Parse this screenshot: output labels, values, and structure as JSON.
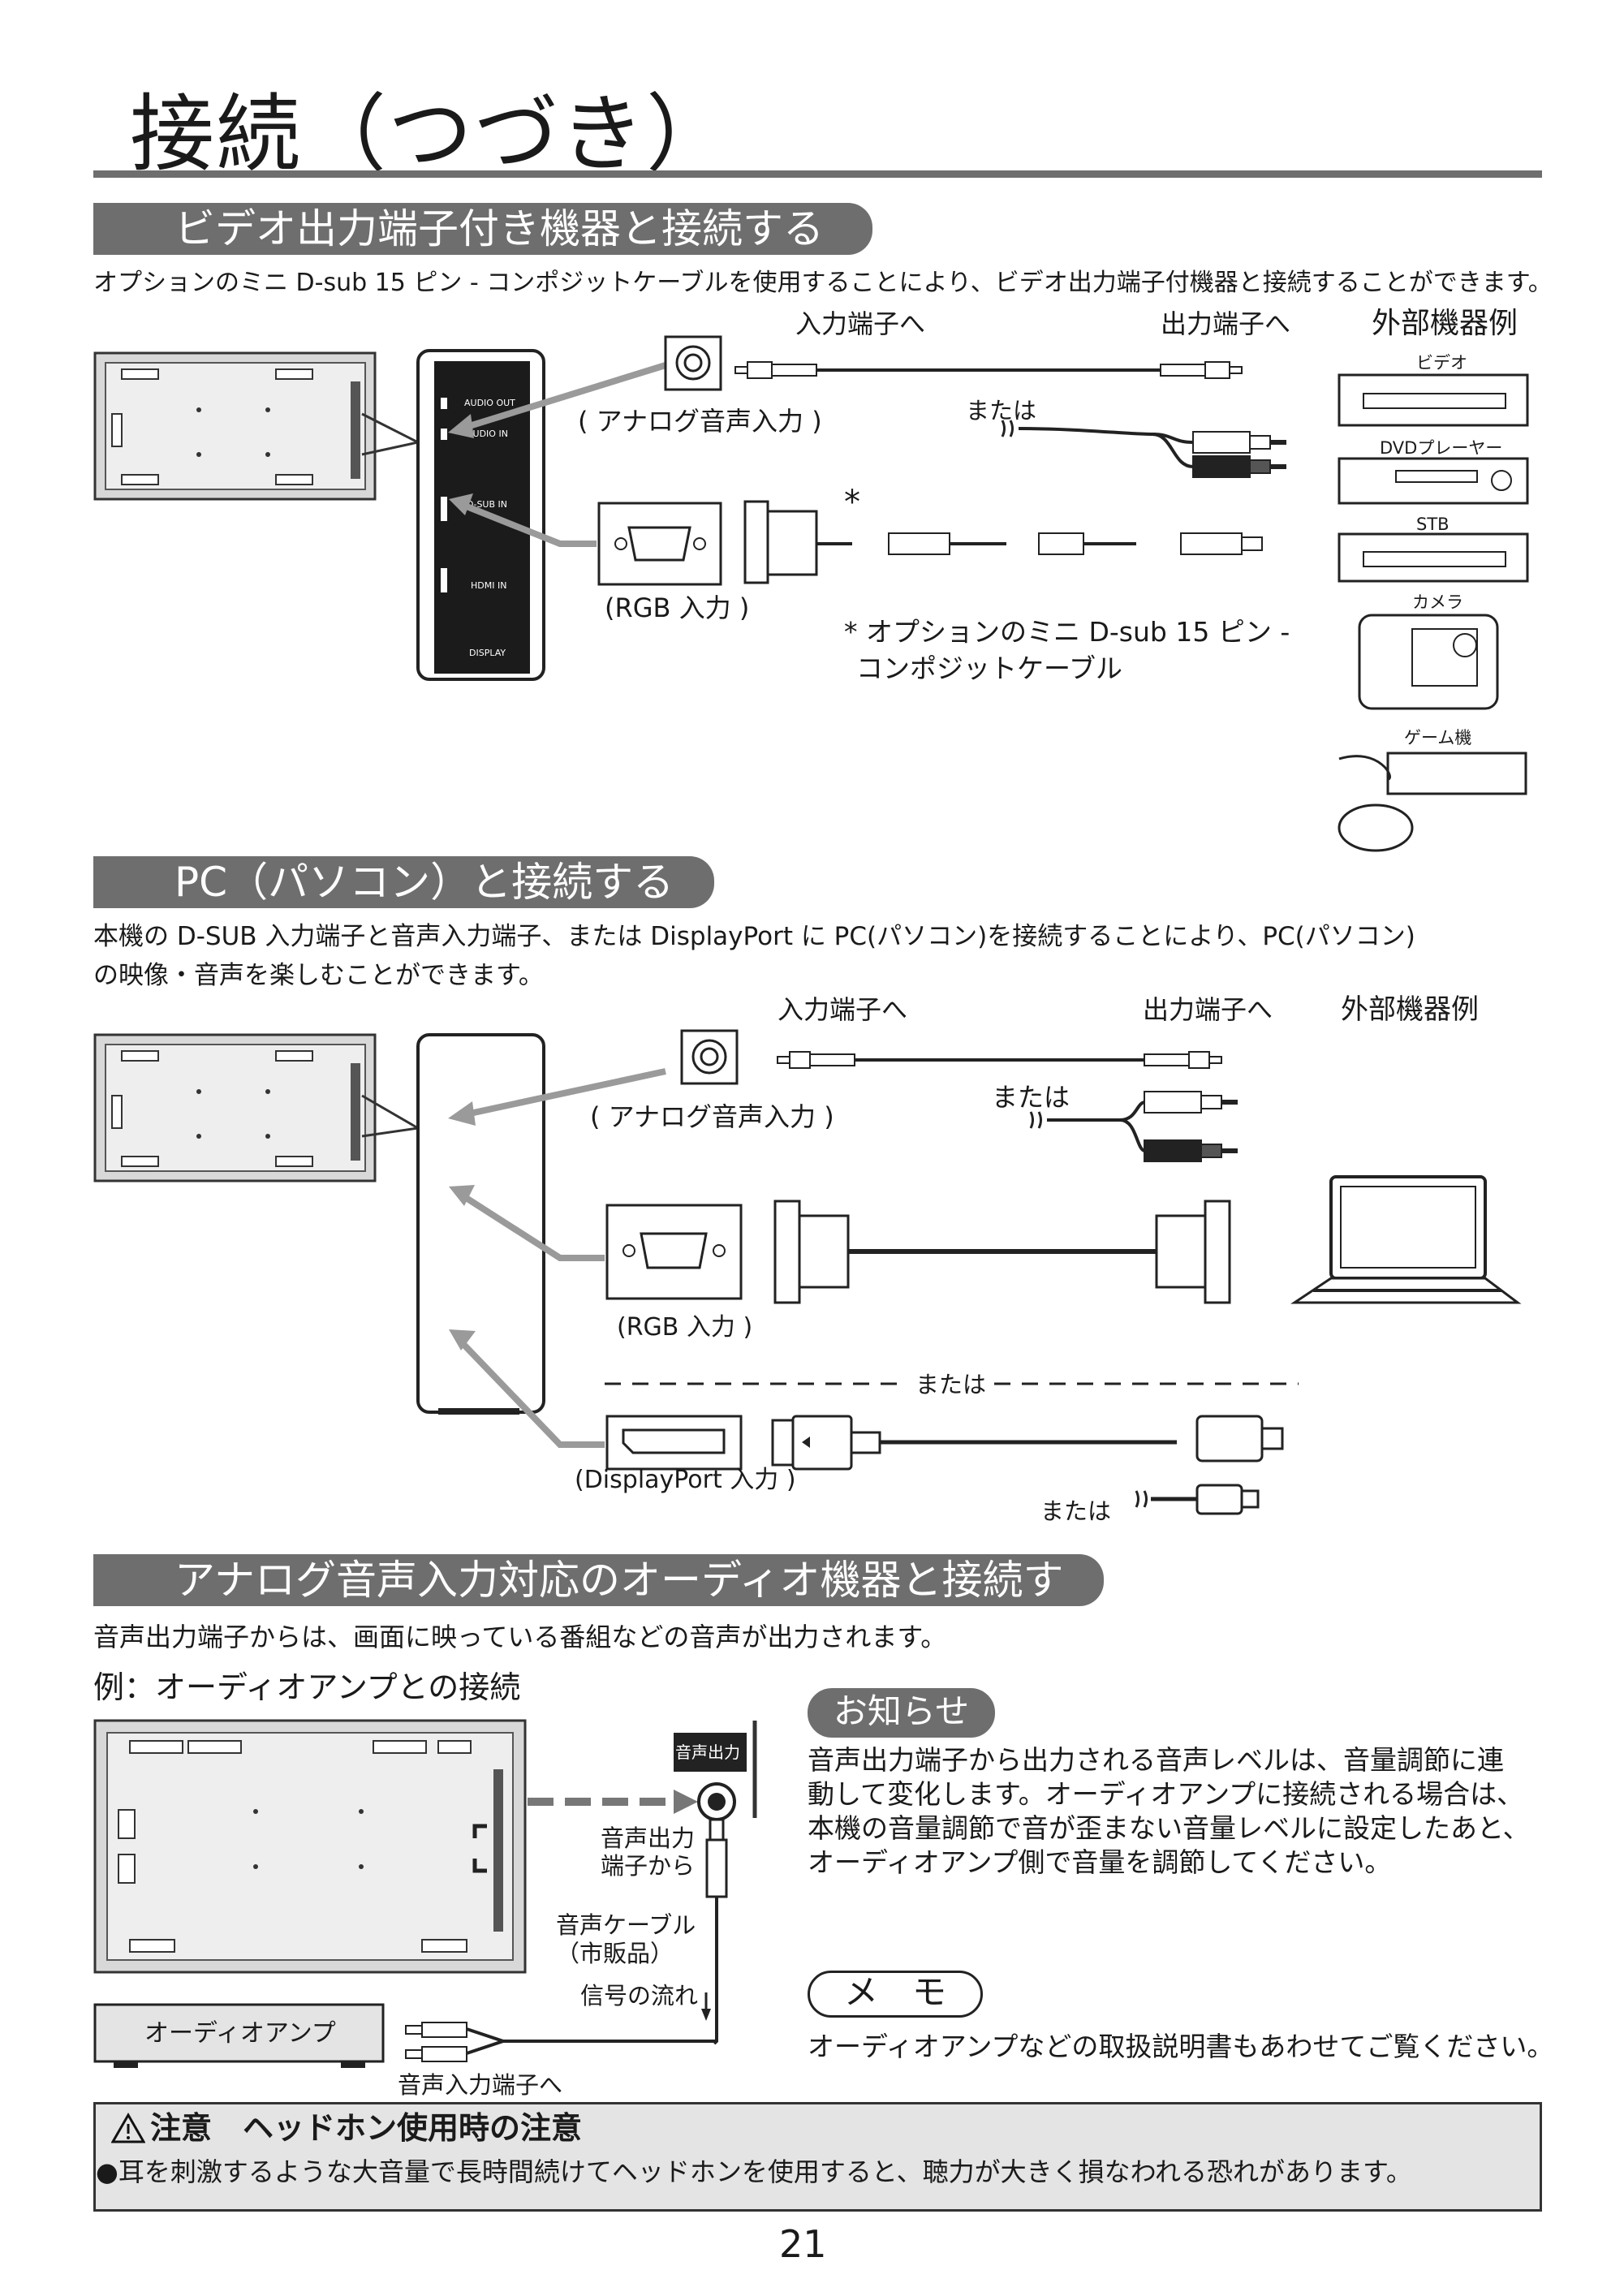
{
  "page": {
    "title": "接続（つづき）",
    "page_number": "21"
  },
  "section_video": {
    "heading": "ビデオ出力端子付き機器と接続する",
    "description": "オプションのミニ D-sub 15 ピン - コンポジットケーブルを使用することにより、ビデオ出力端子付機器と接続することができます。",
    "label_input": "入力端子へ",
    "label_output": "出力端子へ",
    "label_external": "外部機器例",
    "label_analog_audio": "( アナログ音声入力 )",
    "label_or": "または",
    "label_rgb": "(RGB 入力 )",
    "asterisk": "*",
    "footnote_line1": "* オプションのミニ D-sub 15 ピン -",
    "footnote_line2": "コンポジットケーブル",
    "panel_audio_out": "AUDIO OUT",
    "panel_audio_in": "AUDIO IN",
    "panel_dsub_in": "D-SUB IN",
    "panel_hdmi_in": "HDMI IN",
    "panel_display": "DISPLAY",
    "devices": [
      "ビデオ",
      "DVDプレーヤー",
      "STB",
      "カメラ",
      "ゲーム機"
    ]
  },
  "section_pc": {
    "heading": "PC（パソコン）と接続する",
    "description_line1": "本機の D-SUB 入力端子と音声入力端子、または DisplayPort に PC(パソコン)を接続することにより、PC(パソコン)",
    "description_line2": "の映像・音声を楽しむことができます。",
    "label_input": "入力端子へ",
    "label_output": "出力端子へ",
    "label_external": "外部機器例",
    "label_analog_audio": "( アナログ音声入力 )",
    "label_or": "または",
    "label_rgb": "(RGB 入力 )",
    "label_or_divider": "または",
    "label_displayport": "(DisplayPort 入力 )",
    "label_or_bottom": "または"
  },
  "section_audio": {
    "heading": "アナログ音声入力対応のオーディオ機器と接続する",
    "description": "音声出力端子からは、画面に映っている番組などの音声が出力されます。",
    "example_title": "例：オーディオアンプとの接続",
    "label_audio_out_box": "音声出力",
    "label_from_line1": "音声出力",
    "label_from_line2": "端子から",
    "label_cable_line1": "音声ケーブル",
    "label_cable_line2": "（市販品）",
    "label_signal": "信号の流れ",
    "label_amp": "オーディオアンプ",
    "label_to_input": "音声入力端子へ",
    "notice_title": "お知らせ",
    "notice_lines": [
      "音声出力端子から出力される音声レベルは、音量調節に連",
      "動して変化します。オーディオアンプに接続される場合は、",
      "本機の音量調節で音が歪まない音量レベルに設定したあと、",
      "オーディオアンプ側で音量を調節してください。"
    ],
    "memo_title": "メ　モ",
    "memo_text": "オーディオアンプなどの取扱説明書もあわせてご覧ください。"
  },
  "caution": {
    "title": "注意　ヘッドホン使用時の注意",
    "text": "●耳を刺激するような大音量で長時間続けてヘッドホンを使用すると、聴力が大きく損なわれる恐れがあります。"
  },
  "colors": {
    "section_bar": "#6e6e6e",
    "caution_bg": "#e4e4e4",
    "arrow_gray": "#9a9a9a"
  }
}
